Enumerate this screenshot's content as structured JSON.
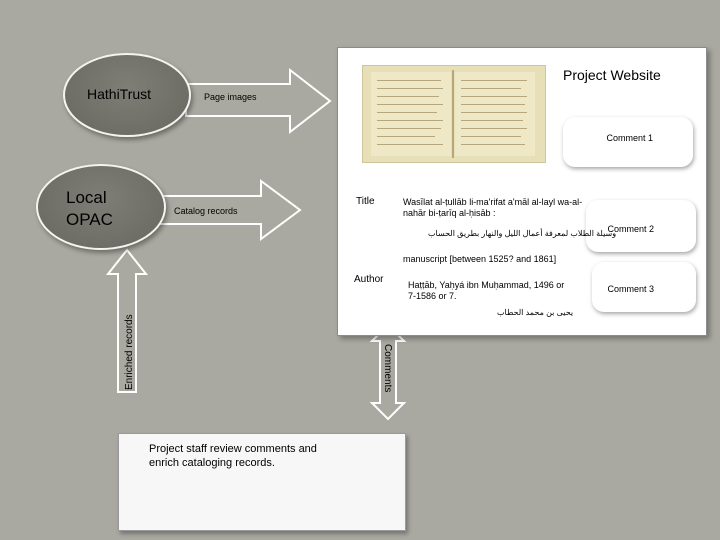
{
  "nodes": {
    "hathitrust": "HathiTrust",
    "local_opac": [
      "Local",
      "OPAC"
    ],
    "project_website": "Project Website",
    "review_box": "Project staff review comments and enrich cataloging records."
  },
  "arrows": {
    "page_images": "Page images",
    "catalog_records": "Catalog records",
    "comments": "Comments",
    "enriched_records": "Enriched records"
  },
  "record": {
    "title_label": "Title",
    "title_value_line1": "Wasīlat al-ṭullāb li-ma'rifat a'māl al-layl wa-al-",
    "title_value_line2": "nahār bi-ṭarīq al-ḥisāb :",
    "title_arabic": "وسيلة الطلاب لمعرفة أعمال الليل والنهار بطريق الحساب",
    "manuscript": "manuscript [between 1525? and 1861]",
    "author_label": "Author",
    "author_value_line1": "Haṭṭāb, Yaḥyá ibn Muḥammad, 1496 or",
    "author_value_line2": "7-1586 or 7.",
    "author_arabic": "يحيى بن محمد الحطاب"
  },
  "comments": [
    "Comment 1",
    "Comment 2",
    "Comment 3"
  ],
  "colors": {
    "background": "#a9a9a1",
    "oval_fill": "#6e6e67",
    "arrow_fill": "#a9a9a1",
    "arrow_stroke": "#ffffff"
  }
}
